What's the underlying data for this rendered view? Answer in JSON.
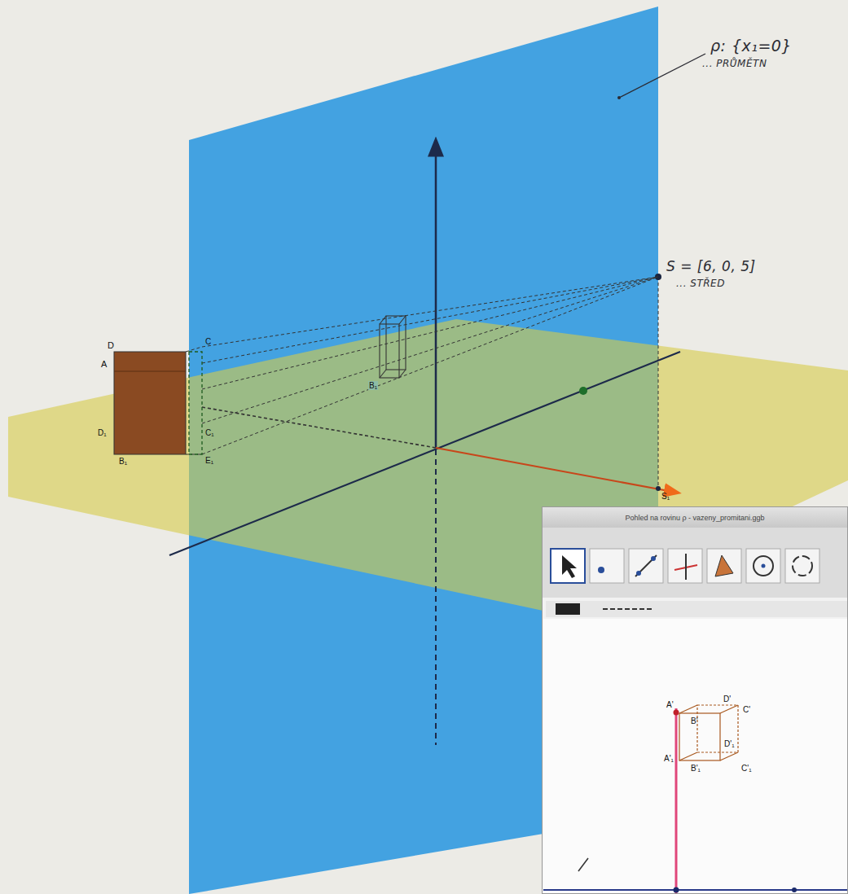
{
  "diagram": {
    "nodes": [
      {
        "text": [
          "Pohled na rovinu ρ - vazeny_promitani.ggb"
        ]
      }
    ],
    "labels": [
      "ρ: {x₁=0}",
      "... PRŮMĚTN",
      "S = [6, 0, 5]",
      "... STŘED",
      "D",
      "A",
      "D₁",
      "B₁",
      "C",
      "C₁",
      "E₁",
      "B₁",
      "S₁",
      "A'",
      "D'",
      "C'",
      "B'",
      "D'₁",
      "A'₁",
      "B'₁",
      "C'₁"
    ]
  }
}
